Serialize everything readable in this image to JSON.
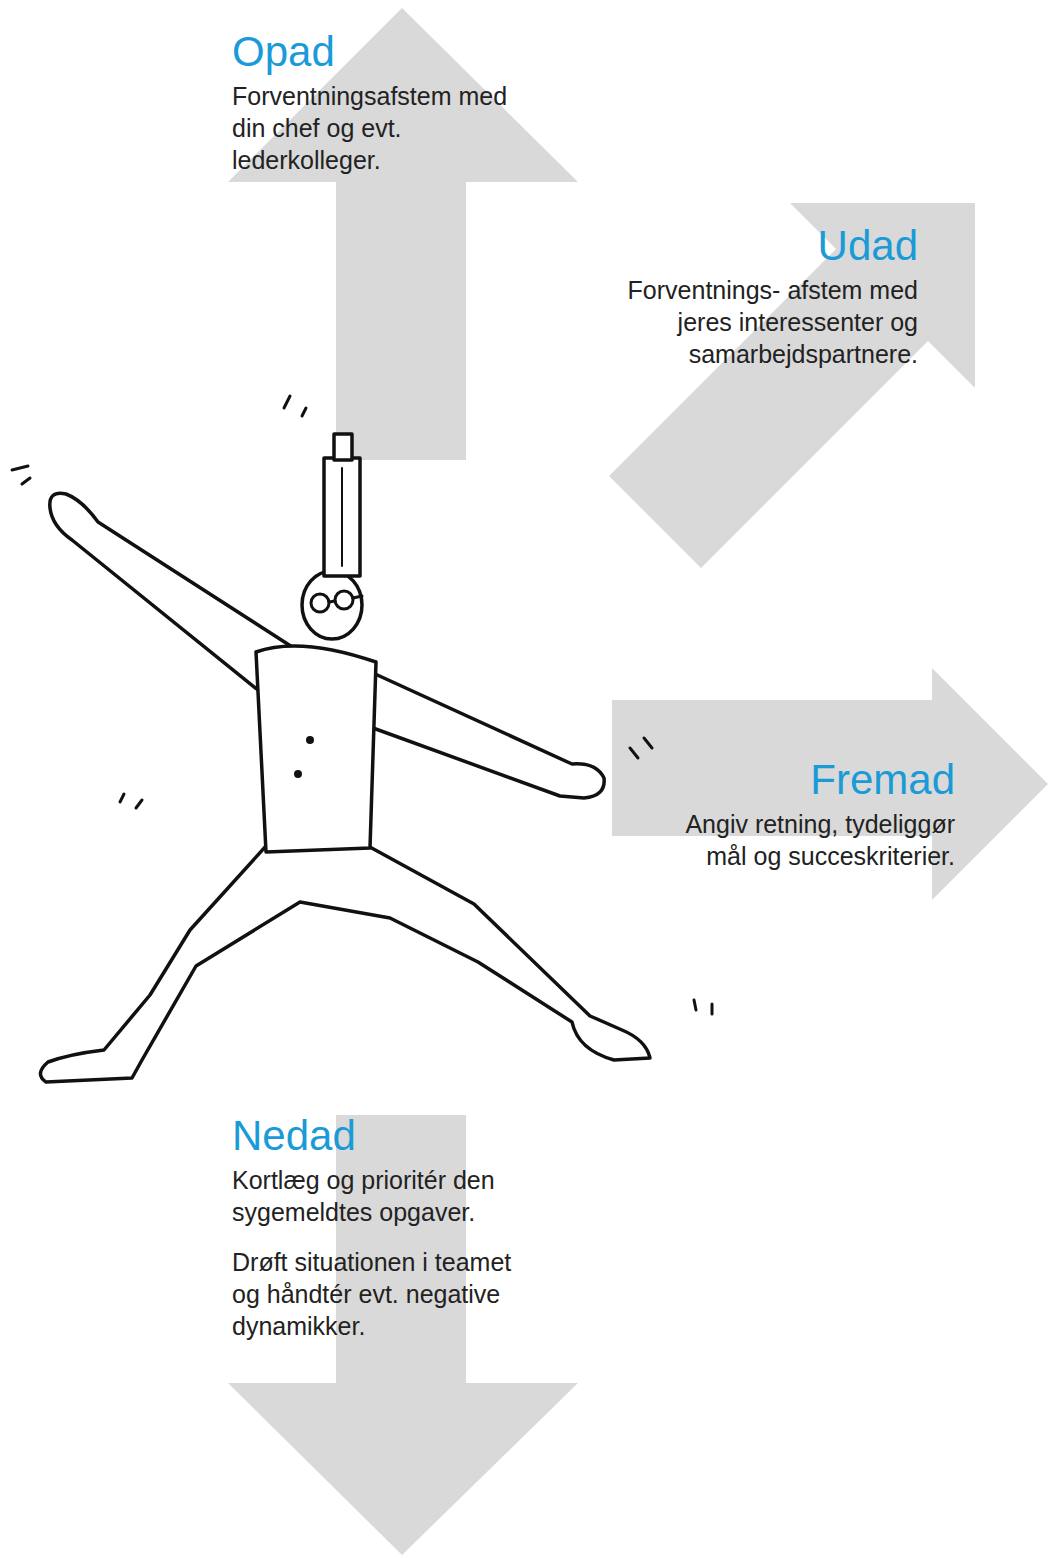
{
  "diagram": {
    "nodes": [
      {
        "text": [
          "Opad",
          "Forventningsafstem med din chef og evt. lederkolleger."
        ]
      },
      {
        "text": [
          "Udad",
          "Forventnings- afstem med jeres interessenter og samarbejdspartnere."
        ]
      },
      {
        "text": [
          "Fremad",
          "Angiv retning, tydeliggør mål og succeskriterier."
        ]
      },
      {
        "text": [
          "Nedad",
          "Kortlæg og prioritér den sygemeldtes opgaver.",
          "Drøft situationen i teamet og håndtér evt. negative dynamikker."
        ]
      }
    ]
  }
}
